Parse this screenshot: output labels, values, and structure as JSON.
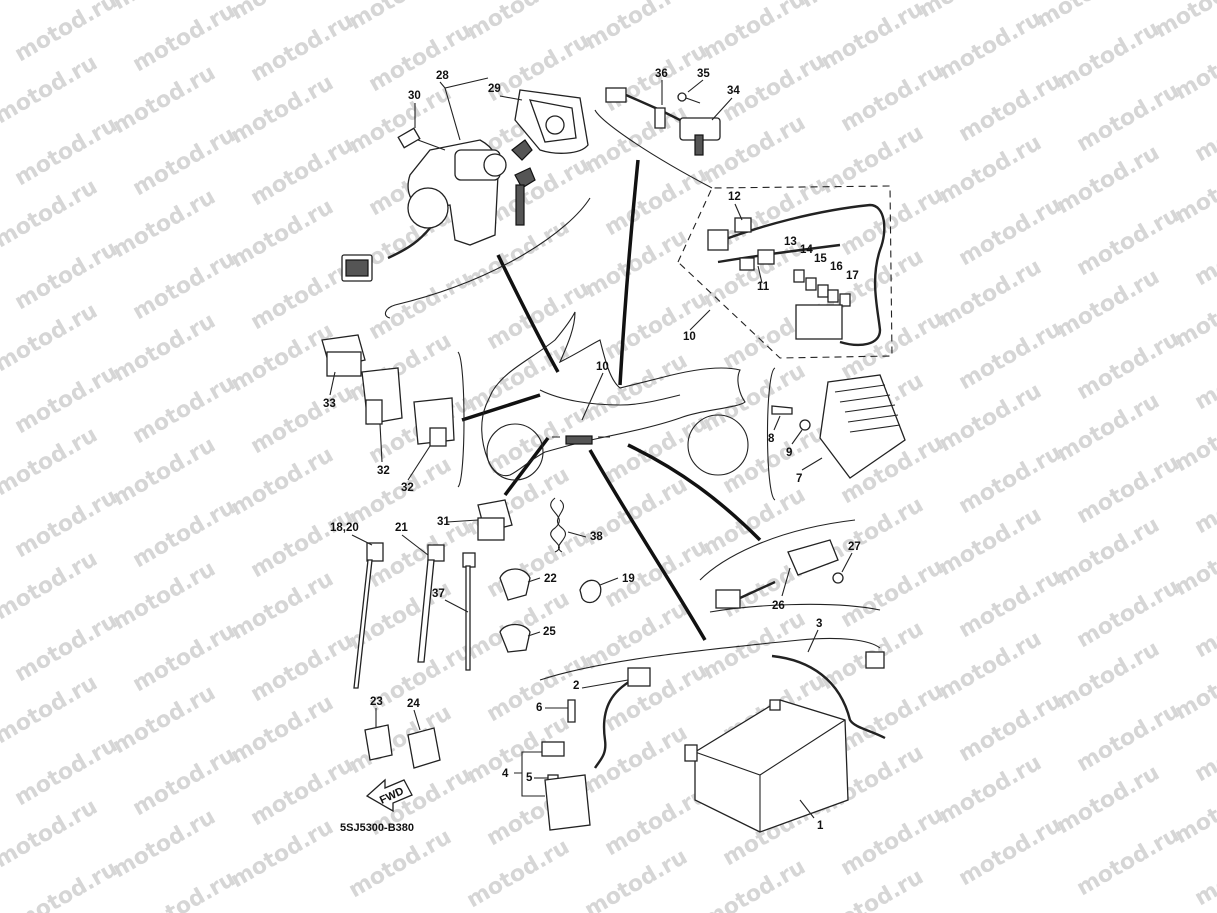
{
  "watermark": {
    "text": "motod.ru"
  },
  "diagram": {
    "code": "5SJ5300-B380",
    "fwd_label": "FWD",
    "labels": {
      "l1": "1",
      "l2": "2",
      "l3": "3",
      "l4": "4",
      "l5": "5",
      "l6": "6",
      "l7": "7",
      "l8": "8",
      "l9": "9",
      "l10a": "10",
      "l10b": "10",
      "l11": "11",
      "l12": "12",
      "l13": "13",
      "l14": "14",
      "l15": "15",
      "l16": "16",
      "l17": "17",
      "l1820": "18,20",
      "l19": "19",
      "l21": "21",
      "l22": "22",
      "l23": "23",
      "l24": "24",
      "l25": "25",
      "l26": "26",
      "l27": "27",
      "l28": "28",
      "l29": "29",
      "l30": "30",
      "l31": "31",
      "l32a": "32",
      "l32b": "32",
      "l33": "33",
      "l34": "34",
      "l35": "35",
      "l36": "36",
      "l37": "37",
      "l38": "38"
    }
  }
}
